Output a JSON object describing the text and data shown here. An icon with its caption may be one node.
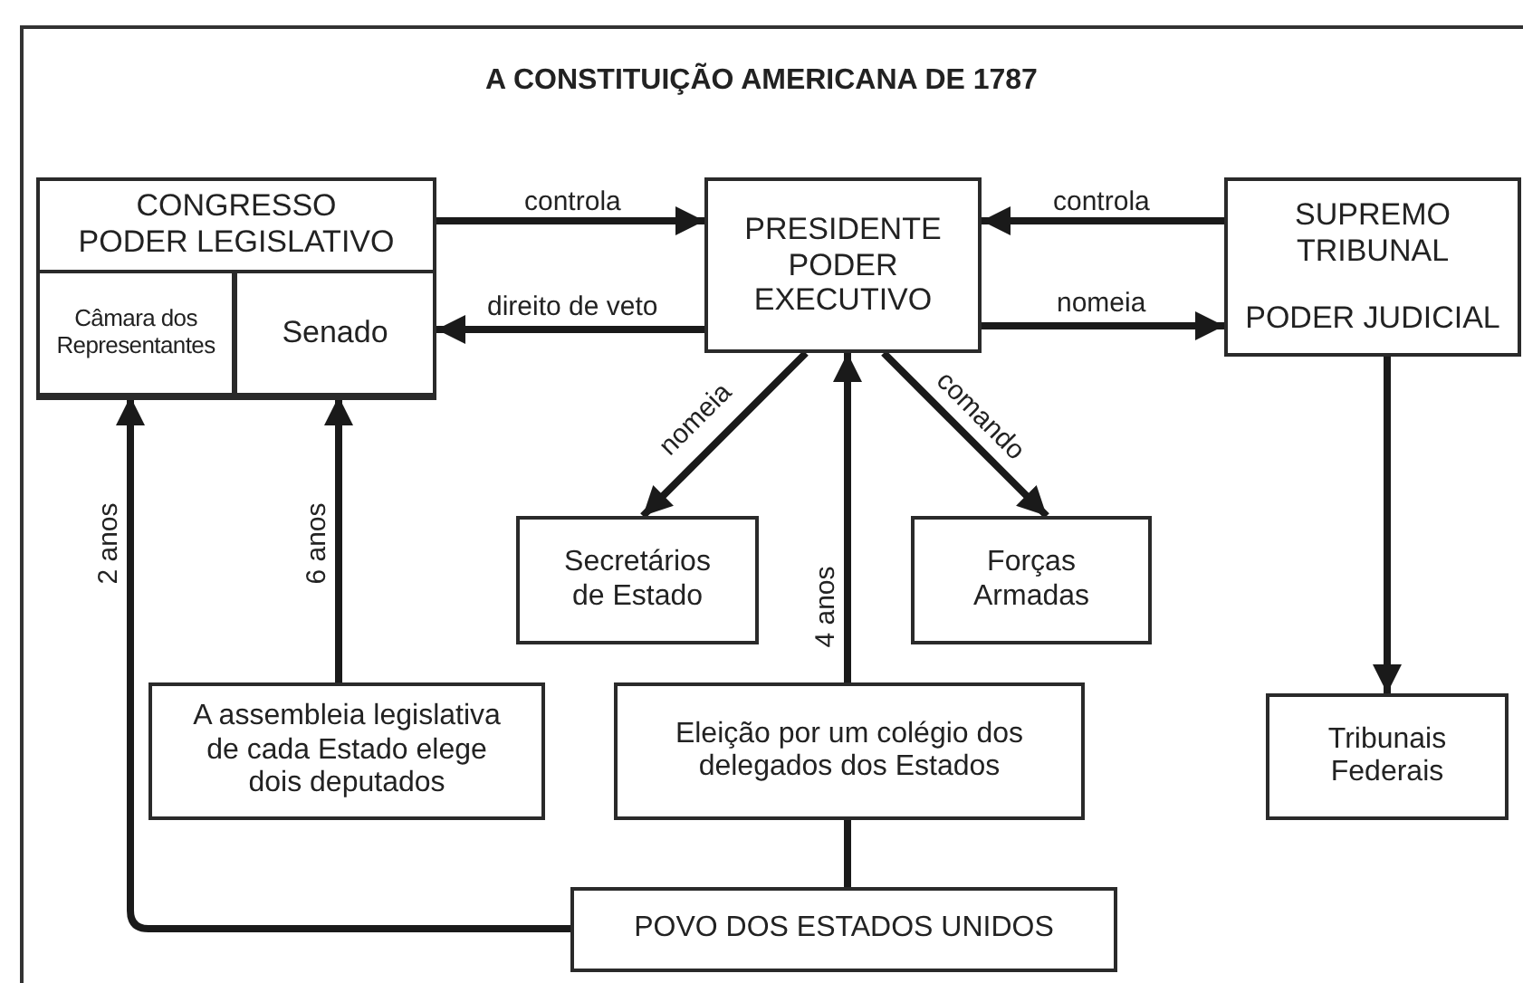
{
  "diagram": {
    "title": "A CONSTITUIÇÃO AMERICANA DE 1787",
    "nodes": [
      {
        "text": [
          "CONGRESSO PODER LEGISLATIVO"
        ]
      },
      {
        "text": [
          "Câmara dos Representantes"
        ],
        "in": 0
      },
      {
        "text": [
          "Senado"
        ],
        "in": 0
      },
      {
        "text": [
          "PRESIDENTE PODER EXECUTIVO"
        ]
      },
      {
        "text": [
          "SUPREMO TRIBUNAL",
          "PODER JUDICIAL"
        ]
      },
      {
        "text": [
          "Secretários de Estado"
        ]
      },
      {
        "text": [
          "Forças Armadas"
        ]
      },
      {
        "text": [
          "A assembleia legislativa de cada Estado elege dois deputados"
        ]
      },
      {
        "text": [
          "Eleição por um colégio dos delegados dos Estados"
        ]
      },
      {
        "text": [
          "Tribunais Federais"
        ]
      },
      {
        "text": [
          "POVO DOS ESTADOS UNIDOS"
        ]
      }
    ],
    "edges": [
      {
        "from": 0,
        "to": 3,
        "arrow": "to",
        "label": "controla"
      },
      {
        "from": 4,
        "to": 3,
        "arrow": "to",
        "label": "controla"
      },
      {
        "from": 3,
        "to": 2,
        "arrow": "to",
        "label": "direito de veto"
      },
      {
        "from": 3,
        "to": 4,
        "arrow": "to",
        "label": "nomeia"
      },
      {
        "from": 3,
        "to": 5,
        "arrow": "to",
        "label": "nomeia"
      },
      {
        "from": 3,
        "to": 6,
        "arrow": "to",
        "label": "comando"
      },
      {
        "from": 8,
        "to": 3,
        "arrow": "to",
        "label": "4 anos"
      },
      {
        "from": 7,
        "to": 2,
        "arrow": "to",
        "label": "6 anos"
      },
      {
        "from": 10,
        "to": 1,
        "arrow": "to",
        "label": "2 anos"
      },
      {
        "from": 10,
        "to": 8,
        "arrow": "none"
      },
      {
        "from": 4,
        "to": 9,
        "arrow": "to"
      }
    ]
  }
}
